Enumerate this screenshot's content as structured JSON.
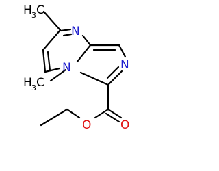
{
  "molecule": {
    "atom_labels": {
      "n_top": "N",
      "n_ring": "N",
      "n_imidazole": "N",
      "o_ether": "O",
      "o_carbonyl": "O",
      "methyl_top": "H",
      "methyl_top_sub": "3",
      "methyl_top_c": "C",
      "methyl_bottom": "H",
      "methyl_bottom_sub": "3",
      "methyl_bottom_c": "C"
    },
    "colors": {
      "carbon": "#000000",
      "nitrogen": "#1f1fcf",
      "oxygen": "#e01010"
    }
  }
}
